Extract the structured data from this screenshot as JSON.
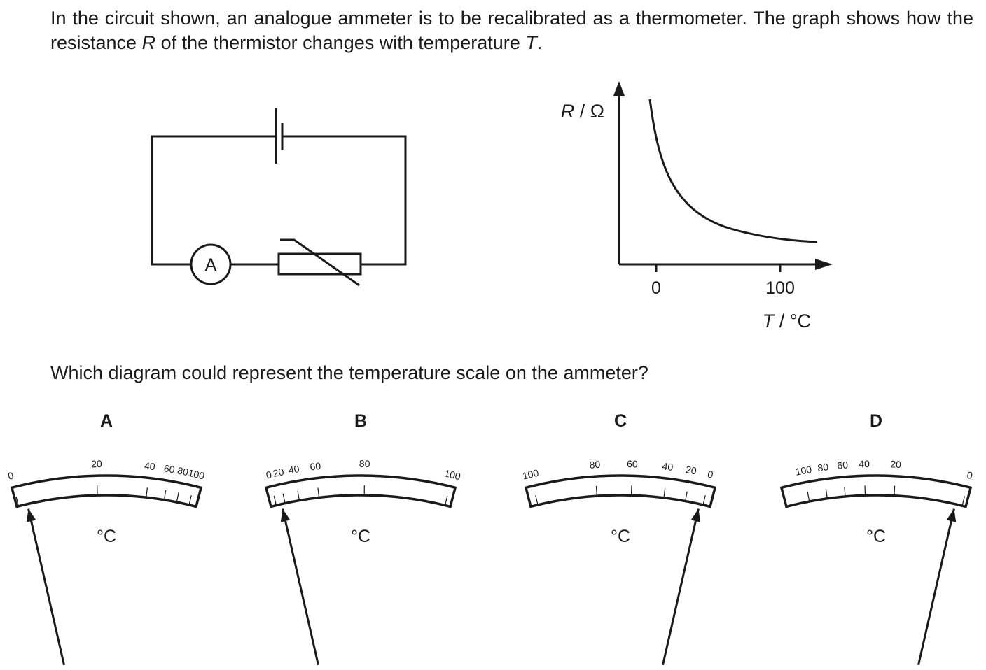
{
  "question": {
    "intro_parts": [
      "In the circuit shown, an analogue ammeter is to be recalibrated as a thermometer. The graph shows how the resistance ",
      "R",
      " of the thermistor changes with temperature ",
      "T",
      "."
    ],
    "prompt": "Which diagram could represent the temperature scale on the ammeter?"
  },
  "circuit": {
    "ammeter_label": "A"
  },
  "graph": {
    "y_label_var": "R",
    "y_label_unit": " / Ω",
    "x_label_var": "T",
    "x_label_unit": " / °C",
    "x_ticks": [
      "0",
      "100"
    ]
  },
  "options": [
    {
      "letter": "A",
      "unit": "°C",
      "scale": [
        {
          "label": "0",
          "pos": 0.01
        },
        {
          "label": "20",
          "pos": 0.45
        },
        {
          "label": "40",
          "pos": 0.72
        },
        {
          "label": "60",
          "pos": 0.82
        },
        {
          "label": "80",
          "pos": 0.89
        },
        {
          "label": "100",
          "pos": 0.96
        }
      ],
      "pointer": 0.06
    },
    {
      "letter": "B",
      "unit": "°C",
      "scale": [
        {
          "label": "0",
          "pos": 0.03
        },
        {
          "label": "20",
          "pos": 0.08
        },
        {
          "label": "40",
          "pos": 0.16
        },
        {
          "label": "60",
          "pos": 0.27
        },
        {
          "label": "80",
          "pos": 0.52
        },
        {
          "label": "100",
          "pos": 0.97
        }
      ],
      "pointer": 0.06
    },
    {
      "letter": "C",
      "unit": "°C",
      "scale": [
        {
          "label": "100",
          "pos": 0.04
        },
        {
          "label": "80",
          "pos": 0.37
        },
        {
          "label": "60",
          "pos": 0.56
        },
        {
          "label": "40",
          "pos": 0.74
        },
        {
          "label": "20",
          "pos": 0.86
        },
        {
          "label": "0",
          "pos": 0.96
        }
      ],
      "pointer": 0.94
    },
    {
      "letter": "D",
      "unit": "°C",
      "scale": [
        {
          "label": "100",
          "pos": 0.13
        },
        {
          "label": "80",
          "pos": 0.23
        },
        {
          "label": "60",
          "pos": 0.33
        },
        {
          "label": "40",
          "pos": 0.44
        },
        {
          "label": "20",
          "pos": 0.6
        },
        {
          "label": "0",
          "pos": 0.98
        }
      ],
      "pointer": 0.94
    }
  ]
}
